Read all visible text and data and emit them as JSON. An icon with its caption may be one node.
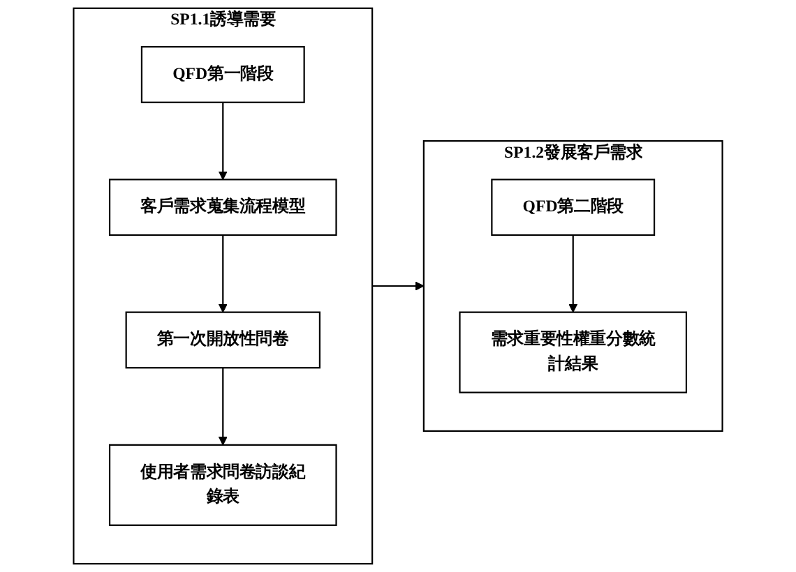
{
  "diagram": {
    "nodes": [
      {
        "text": [
          "SP1.1誘導需要"
        ]
      },
      {
        "text": [
          "QFD第一階段"
        ],
        "in": 0
      },
      {
        "text": [
          "客戶需求蒐集流程模型"
        ],
        "in": 0
      },
      {
        "text": [
          "第一次開放性問卷"
        ],
        "in": 0
      },
      {
        "text": [
          "使用者需求問卷訪談紀錄表"
        ],
        "in": 0
      },
      {
        "text": [
          "SP1.2發展客戶需求"
        ]
      },
      {
        "text": [
          "QFD第二階段"
        ],
        "in": 5
      },
      {
        "text": [
          "需求重要性權重分數統計結果"
        ],
        "in": 5
      }
    ],
    "edges": [
      {
        "from": 1,
        "to": 2,
        "arrow": "to"
      },
      {
        "from": 2,
        "to": 3,
        "arrow": "to"
      },
      {
        "from": 3,
        "to": 4,
        "arrow": "to"
      },
      {
        "from": 0,
        "to": 5,
        "arrow": "to"
      },
      {
        "from": 6,
        "to": 7,
        "arrow": "to"
      }
    ]
  }
}
